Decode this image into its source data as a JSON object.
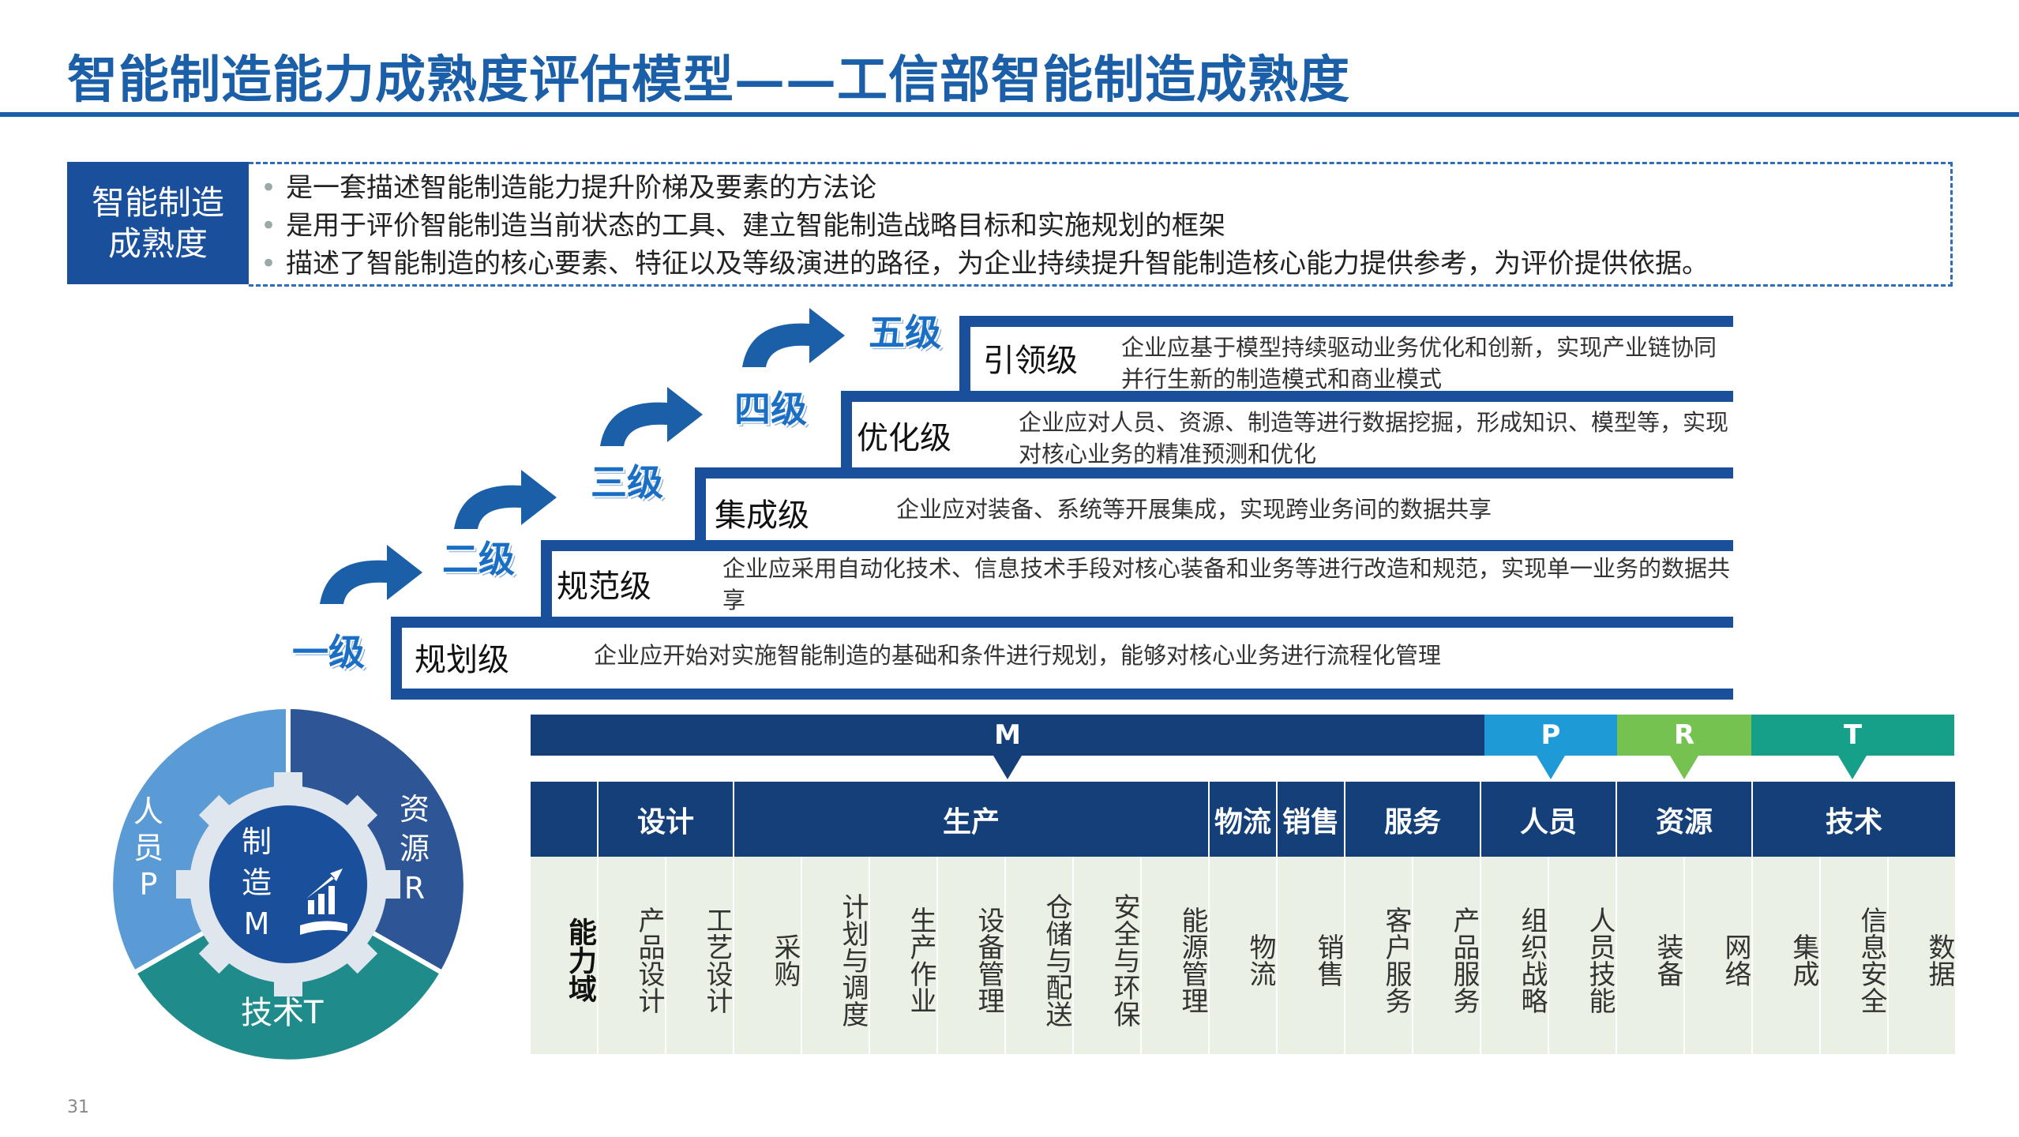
{
  "title": "智能制造能力成熟度评估模型——工信部智能制造成熟度",
  "definition": {
    "label": "智能制造成熟度",
    "label_line1": "智能制造",
    "label_line2": "成熟度",
    "bullets": [
      "是一套描述智能制造能力提升阶梯及要素的方法论",
      "是用于评价智能制造当前状态的工具、建立智能制造战略目标和实施规划的框架",
      "描述了智能制造的核心要素、特征以及等级演进的路径，为企业持续提升智能制造核心能力提供参考，为评价提供依据。"
    ]
  },
  "levels": [
    {
      "grade": "一级",
      "name": "规划级",
      "desc": "企业应开始对实施智能制造的基础和条件进行规划，能够对核心业务进行流程化管理"
    },
    {
      "grade": "二级",
      "name": "规范级",
      "desc": "企业应采用自动化技术、信息技术手段对核心装备和业务等进行改造和规范，实现单一业务的数据共享"
    },
    {
      "grade": "三级",
      "name": "集成级",
      "desc": "企业应对装备、系统等开展集成，实现跨业务间的数据共享"
    },
    {
      "grade": "四级",
      "name": "优化级",
      "desc": "企业应对人员、资源、制造等进行数据挖掘，形成知识、模型等，实现对核心业务的精准预测和优化"
    },
    {
      "grade": "五级",
      "name": "引领级",
      "desc": "企业应基于模型持续驱动业务优化和创新，实现产业链协同并行生新的制造模式和商业模式"
    }
  ],
  "wheel": {
    "people": "人员P",
    "people_chars": [
      "人",
      "员",
      "P"
    ],
    "resource": "资源R",
    "resource_chars": [
      "资",
      "源",
      "R"
    ],
    "tech": "技术T",
    "center_chars": [
      "制",
      "造",
      "M"
    ],
    "colors": {
      "people": "#5b9bd5",
      "resource": "#2e5596",
      "tech": "#1f8b8b",
      "center": "#1a4f9c"
    }
  },
  "domains": {
    "bands": [
      {
        "key": "M",
        "color": "#143f78"
      },
      {
        "key": "P",
        "color": "#1e9ad6"
      },
      {
        "key": "R",
        "color": "#76c251"
      },
      {
        "key": "T",
        "color": "#17a089"
      }
    ],
    "row_label": "能力域",
    "groups": [
      {
        "name": "设计",
        "items": [
          "产品设计",
          "工艺设计"
        ]
      },
      {
        "name": "生产",
        "items": [
          "采购",
          "计划与调度",
          "生产作业",
          "设备管理",
          "仓储与配送",
          "安全与环保",
          "能源管理"
        ]
      },
      {
        "name": "物流",
        "items": [
          "物流"
        ]
      },
      {
        "name": "销售",
        "items": [
          "销售"
        ]
      },
      {
        "name": "服务",
        "items": [
          "客户服务",
          "产品服务"
        ]
      },
      {
        "name": "人员",
        "items": [
          "组织战略",
          "人员技能"
        ]
      },
      {
        "name": "资源",
        "items": [
          "装备",
          "网络"
        ]
      },
      {
        "name": "技术",
        "items": [
          "集成",
          "信息安全",
          "数据"
        ]
      }
    ]
  },
  "page_number": "31"
}
